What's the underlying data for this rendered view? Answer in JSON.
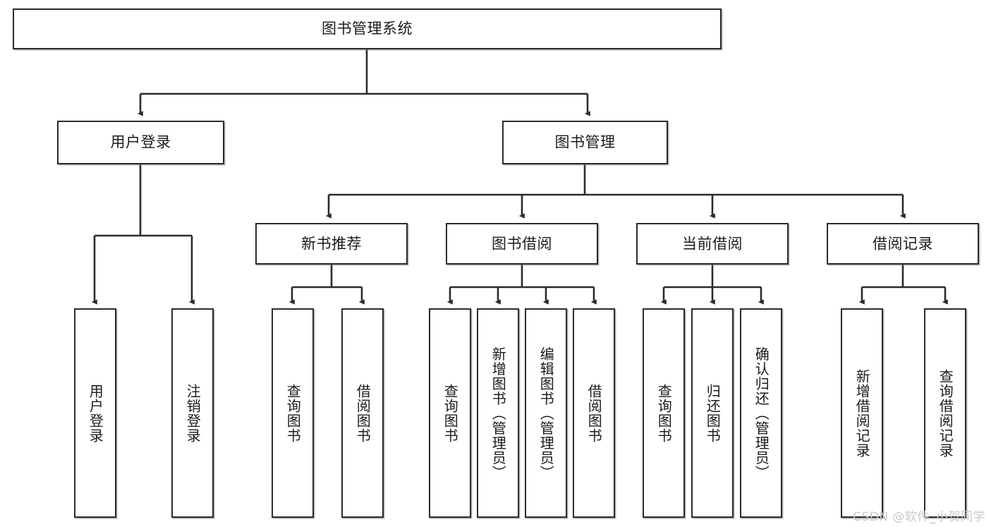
{
  "diagram": {
    "type": "hierarchy-tree",
    "title": "图书管理系统",
    "watermark": "CSDN @软件_小贺同学",
    "colors": {
      "box_border": "#2b2b2b",
      "box_fill": "#ffffff",
      "connector": "#2b2b2b",
      "text": "#1b1b1b",
      "watermark": "#c9c9c9"
    },
    "levels": {
      "root": {
        "label": "图书管理系统"
      },
      "level2": [
        {
          "label": "用户登录"
        },
        {
          "label": "图书管理"
        }
      ],
      "level3": [
        {
          "label": "新书推荐"
        },
        {
          "label": "图书借阅"
        },
        {
          "label": "当前借阅"
        },
        {
          "label": "借阅记录"
        }
      ],
      "leaves": {
        "user_login": [
          {
            "label": "用户登录"
          },
          {
            "label": "注销登录"
          }
        ],
        "new_book_recommend": [
          {
            "label": "查询图书"
          },
          {
            "label": "借阅图书"
          }
        ],
        "book_borrow": [
          {
            "label": "查询图书"
          },
          {
            "label": "新增图书（管理员）"
          },
          {
            "label": "编辑图书（管理员）"
          },
          {
            "label": "借阅图书"
          }
        ],
        "current_borrow": [
          {
            "label": "查询图书"
          },
          {
            "label": "归还图书"
          },
          {
            "label": "确认归还（管理员）"
          }
        ],
        "borrow_record": [
          {
            "label": "新增借阅记录"
          },
          {
            "label": "查询借阅记录"
          }
        ]
      }
    }
  }
}
